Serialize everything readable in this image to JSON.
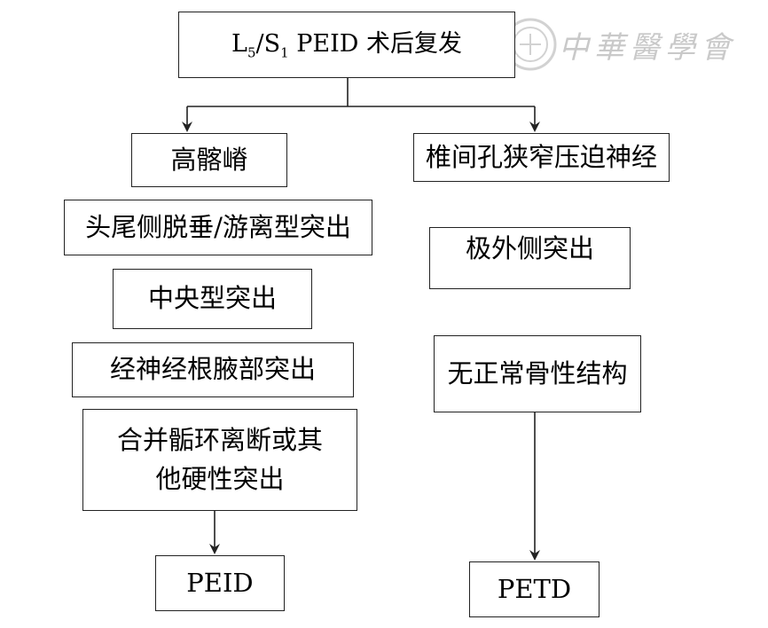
{
  "watermark": {
    "text": "中華醫學會"
  },
  "nodes": {
    "root": {
      "l": "L",
      "s5": "5",
      "slash": "/S",
      "s1": "1",
      "rest": " PEID 术后复发"
    },
    "left_head": "高髂嵴",
    "right_head": "椎间孔狭窄压迫神经",
    "left_items": [
      "头尾侧脱垂/游离型突出",
      "中央型突出",
      "经神经根腋部突出"
    ],
    "left_last": {
      "line1": "合并骺环离断或其",
      "line2": "他硬性突出"
    },
    "right_items": [
      "极外侧突出",
      "无正常骨性结构"
    ],
    "left_result": "PEID",
    "right_result": "PETD"
  },
  "colors": {
    "line": "#222222",
    "watermark": "#c9c9c9"
  }
}
